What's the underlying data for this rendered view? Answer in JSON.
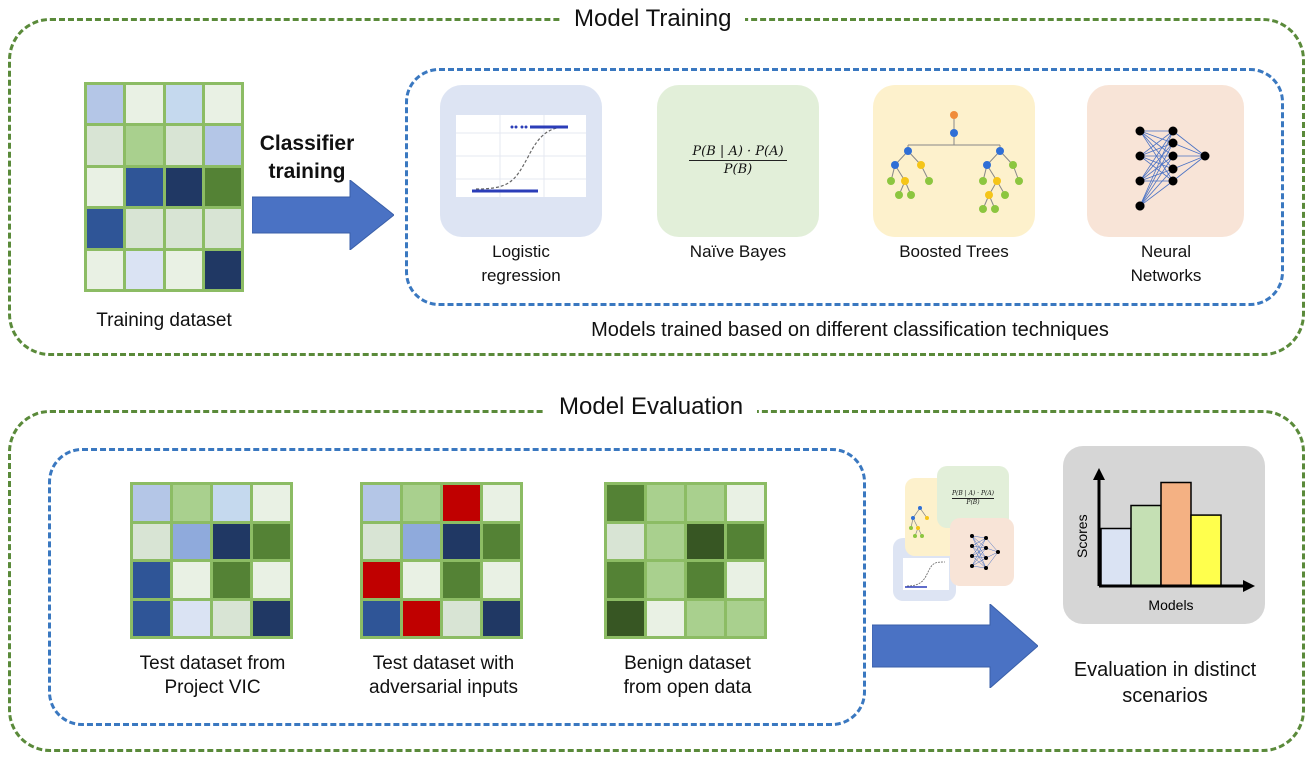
{
  "training": {
    "title": "Model Training",
    "dataset_label": "Training dataset",
    "arrow_label": "Classifier\ntraining",
    "models_caption": "Models trained based on different classification techniques",
    "models": [
      {
        "label": "Logistic\nregression",
        "icon": "logistic-curve-icon",
        "color": "#dde4f3"
      },
      {
        "label": "Naïve Bayes",
        "icon": "bayes-formula-icon",
        "color": "#e2efd9",
        "formula_num": "P(B | A) · P(A)",
        "formula_den": "P(B)"
      },
      {
        "label": "Boosted Trees",
        "icon": "decision-tree-icon",
        "color": "#fdf1cc"
      },
      {
        "label": "Neural\nNetworks",
        "icon": "neural-network-icon",
        "color": "#f8e4d7"
      }
    ]
  },
  "evaluation": {
    "title": "Model Evaluation",
    "datasets": [
      {
        "label": "Test dataset from\nProject VIC"
      },
      {
        "label": "Test dataset with\nadversarial inputs"
      },
      {
        "label": "Benign dataset\nfrom open data"
      }
    ],
    "mini_formula_num": "P(B | A) · P(A)",
    "mini_formula_den": "P(B)",
    "result_label": "Evaluation in distinct\nscenarios",
    "chart": {
      "ylabel": "Scores",
      "xlabel": "Models"
    }
  },
  "colors": {
    "section_border": "#5a8a3a",
    "inner_border": "#3a78c0",
    "arrow": "#4a72c4",
    "grid_border": "#8cbc64",
    "palette": {
      "pb": "#b4c6e7",
      "lg": "#e9f1e4",
      "g": "#a9d08e",
      "lg2": "#d8e4d4",
      "nv": "#203864",
      "b": "#2f5597",
      "dg": "#548235",
      "vlb": "#dae3f3",
      "mb": "#8faadc",
      "r": "#c00000",
      "ddg": "#375623",
      "lb": "#c5d9ee"
    }
  },
  "chart_data": {
    "type": "bar",
    "categories": [
      "",
      "",
      "",
      ""
    ],
    "values": [
      3,
      4.2,
      5.4,
      3.7
    ],
    "colors": [
      "#dae3f3",
      "#c5e0b4",
      "#f4b183",
      "#ffff4d"
    ],
    "xlabel": "Models",
    "ylabel": "Scores",
    "ylim": [
      0,
      6
    ]
  },
  "grids": {
    "training": [
      "pb",
      "lg",
      "lb",
      "lg",
      "lg2",
      "g",
      "lg2",
      "pb",
      "lg",
      "b",
      "nv",
      "dg",
      "b",
      "lg2",
      "lg2",
      "lg2",
      "lg",
      "vlb",
      "lg",
      "nv"
    ],
    "test_vic": [
      "pb",
      "g",
      "lb",
      "lg",
      "lg2",
      "mb",
      "nv",
      "dg",
      "b",
      "lg",
      "dg",
      "lg",
      "b",
      "vlb",
      "lg2",
      "nv"
    ],
    "test_adv": [
      "pb",
      "g",
      "r",
      "lg",
      "lg2",
      "mb",
      "nv",
      "dg",
      "r",
      "lg",
      "dg",
      "lg",
      "b",
      "r",
      "lg2",
      "nv"
    ],
    "benign": [
      "dg",
      "g",
      "g",
      "lg",
      "lg2",
      "g",
      "ddg",
      "dg",
      "dg",
      "g",
      "dg",
      "lg",
      "ddg",
      "lg",
      "g",
      "g"
    ]
  }
}
